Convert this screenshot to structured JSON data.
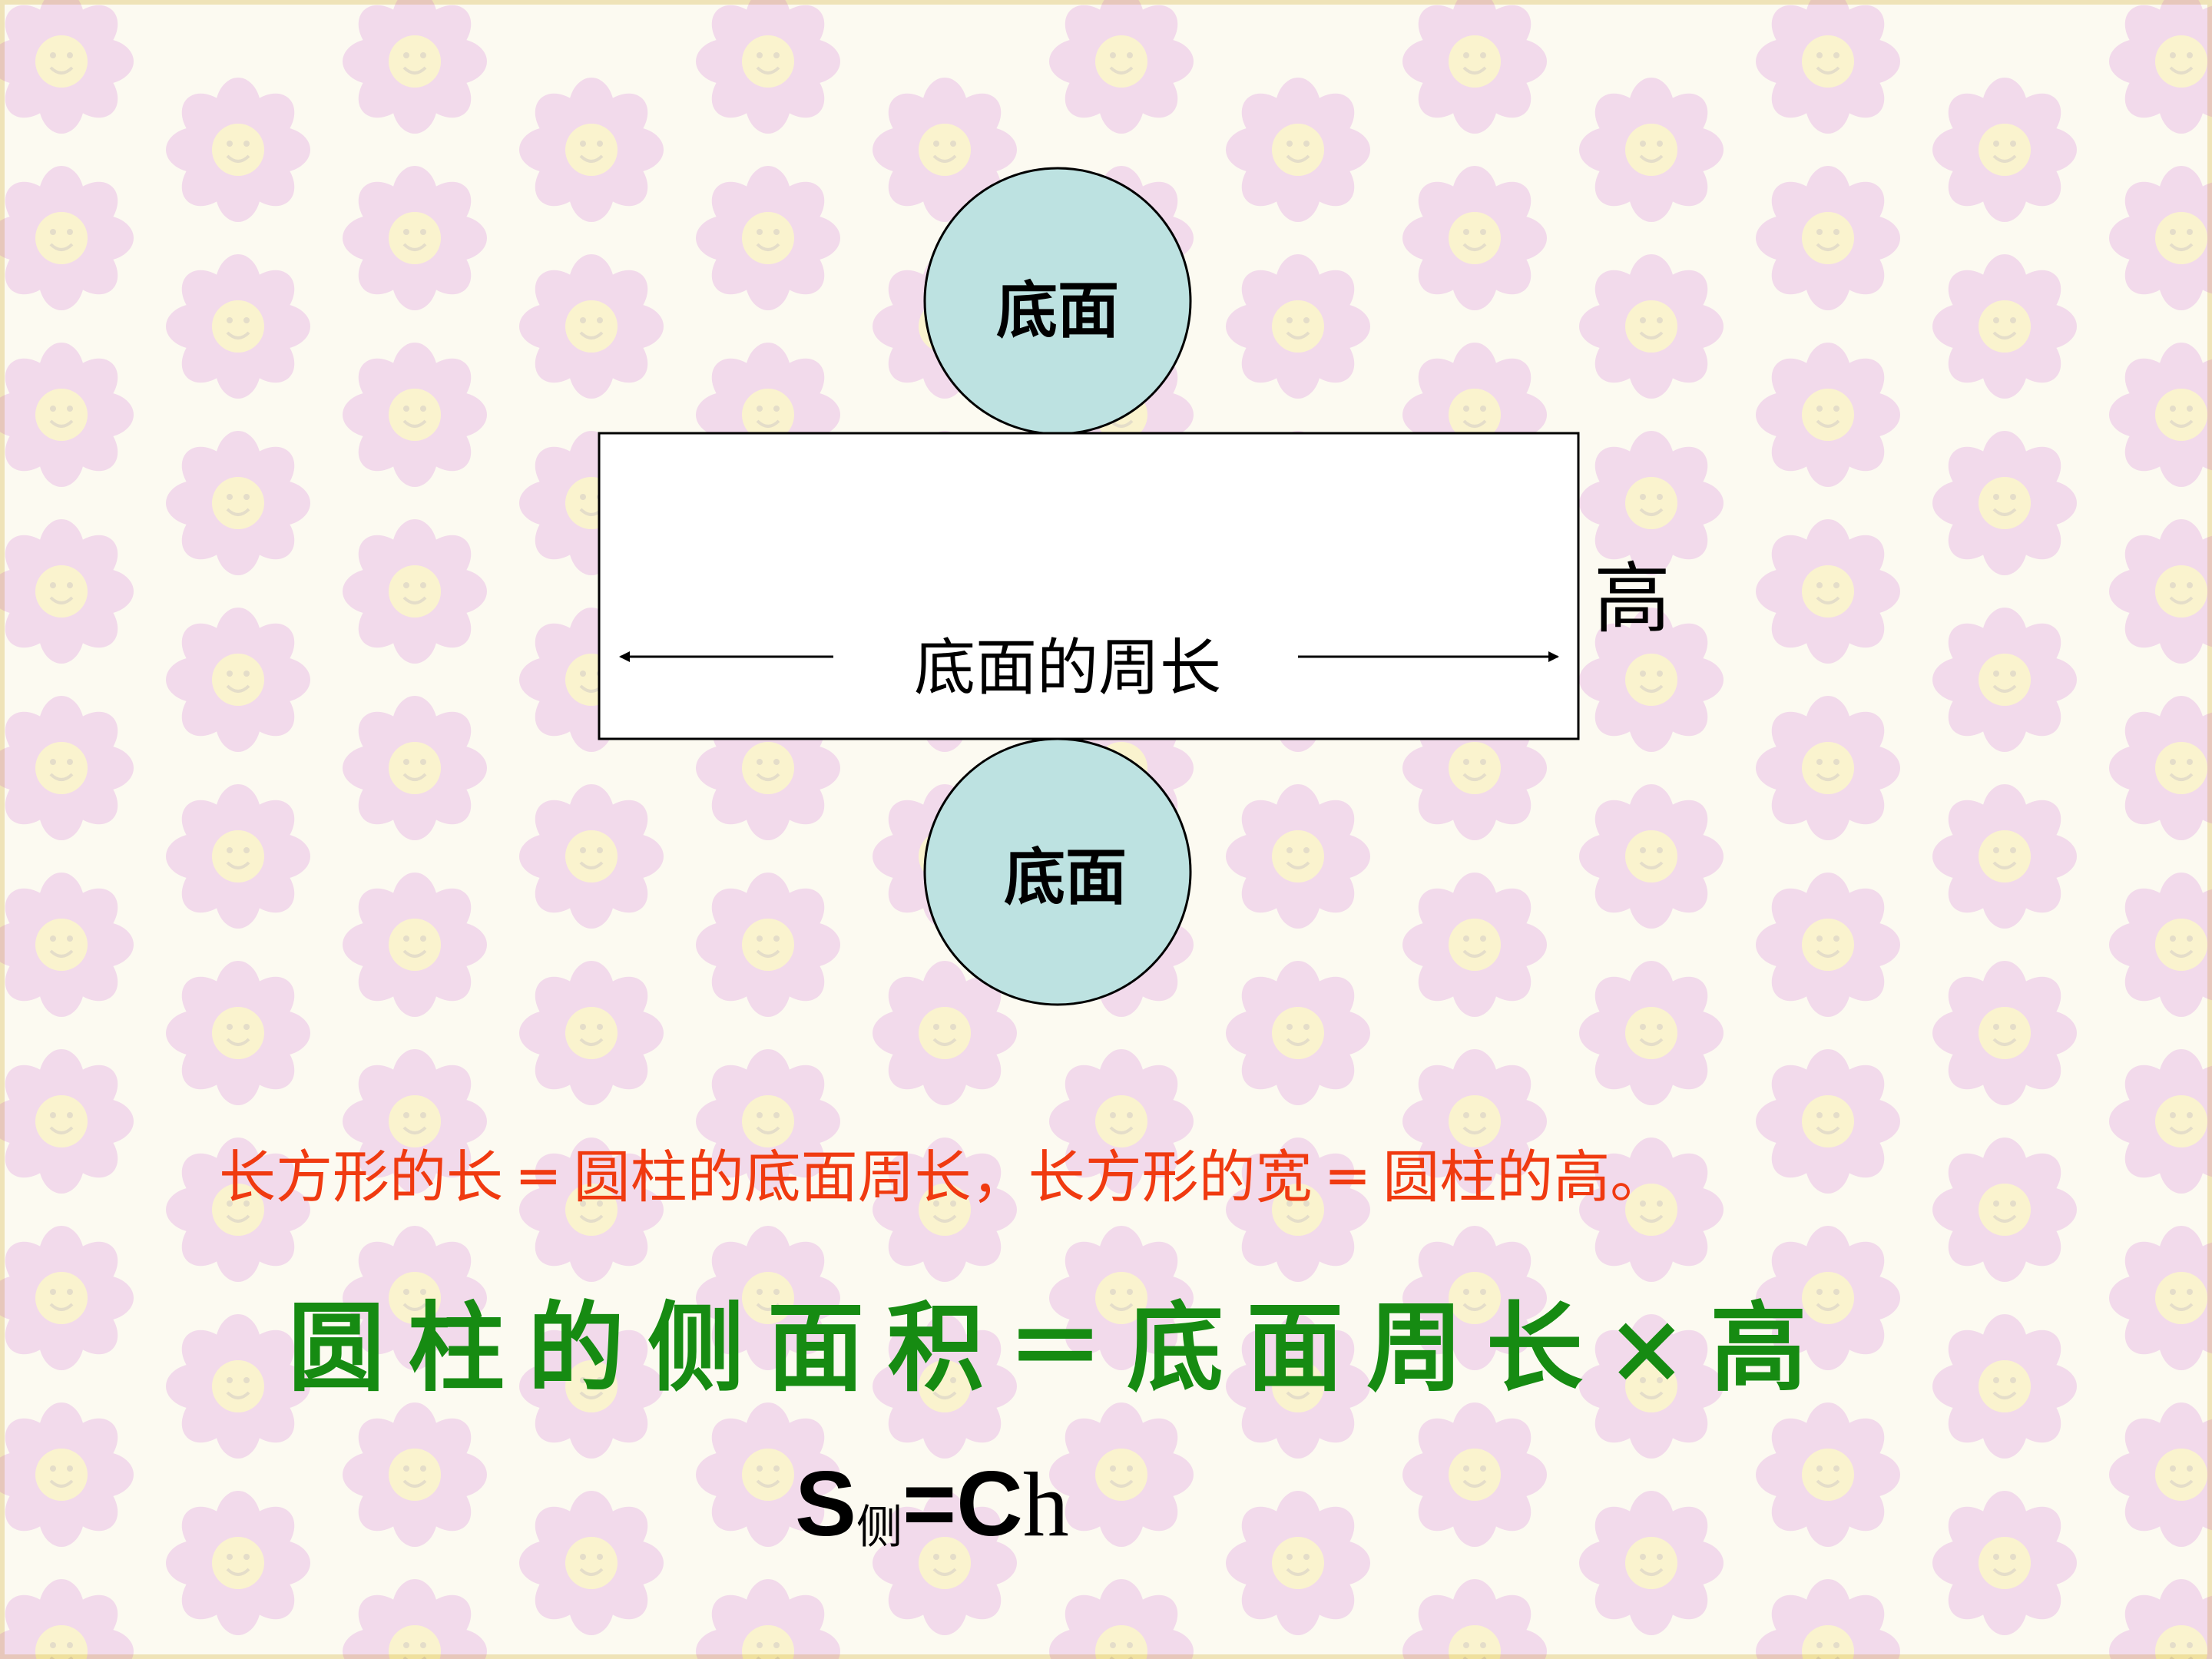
{
  "diagram": {
    "top_circle_label": "底面",
    "bottom_circle_label": "底面",
    "rectangle_width_label": "底面的周长",
    "rectangle_height_label": "高"
  },
  "explanation": {
    "relation_text": "长方形的长 ═ 圆柱的底面周长，长方形的宽 ═ 圆柱的高。"
  },
  "formula": {
    "words": "圆柱的侧面积＝底面周长×高",
    "symbol_S": "S",
    "symbol_subscript": "侧",
    "symbol_rest": "=C",
    "symbol_h": "h"
  },
  "colors": {
    "circle_fill": "#bde2e1",
    "relation_text": "#f03a10",
    "formula_words": "#168b12"
  }
}
